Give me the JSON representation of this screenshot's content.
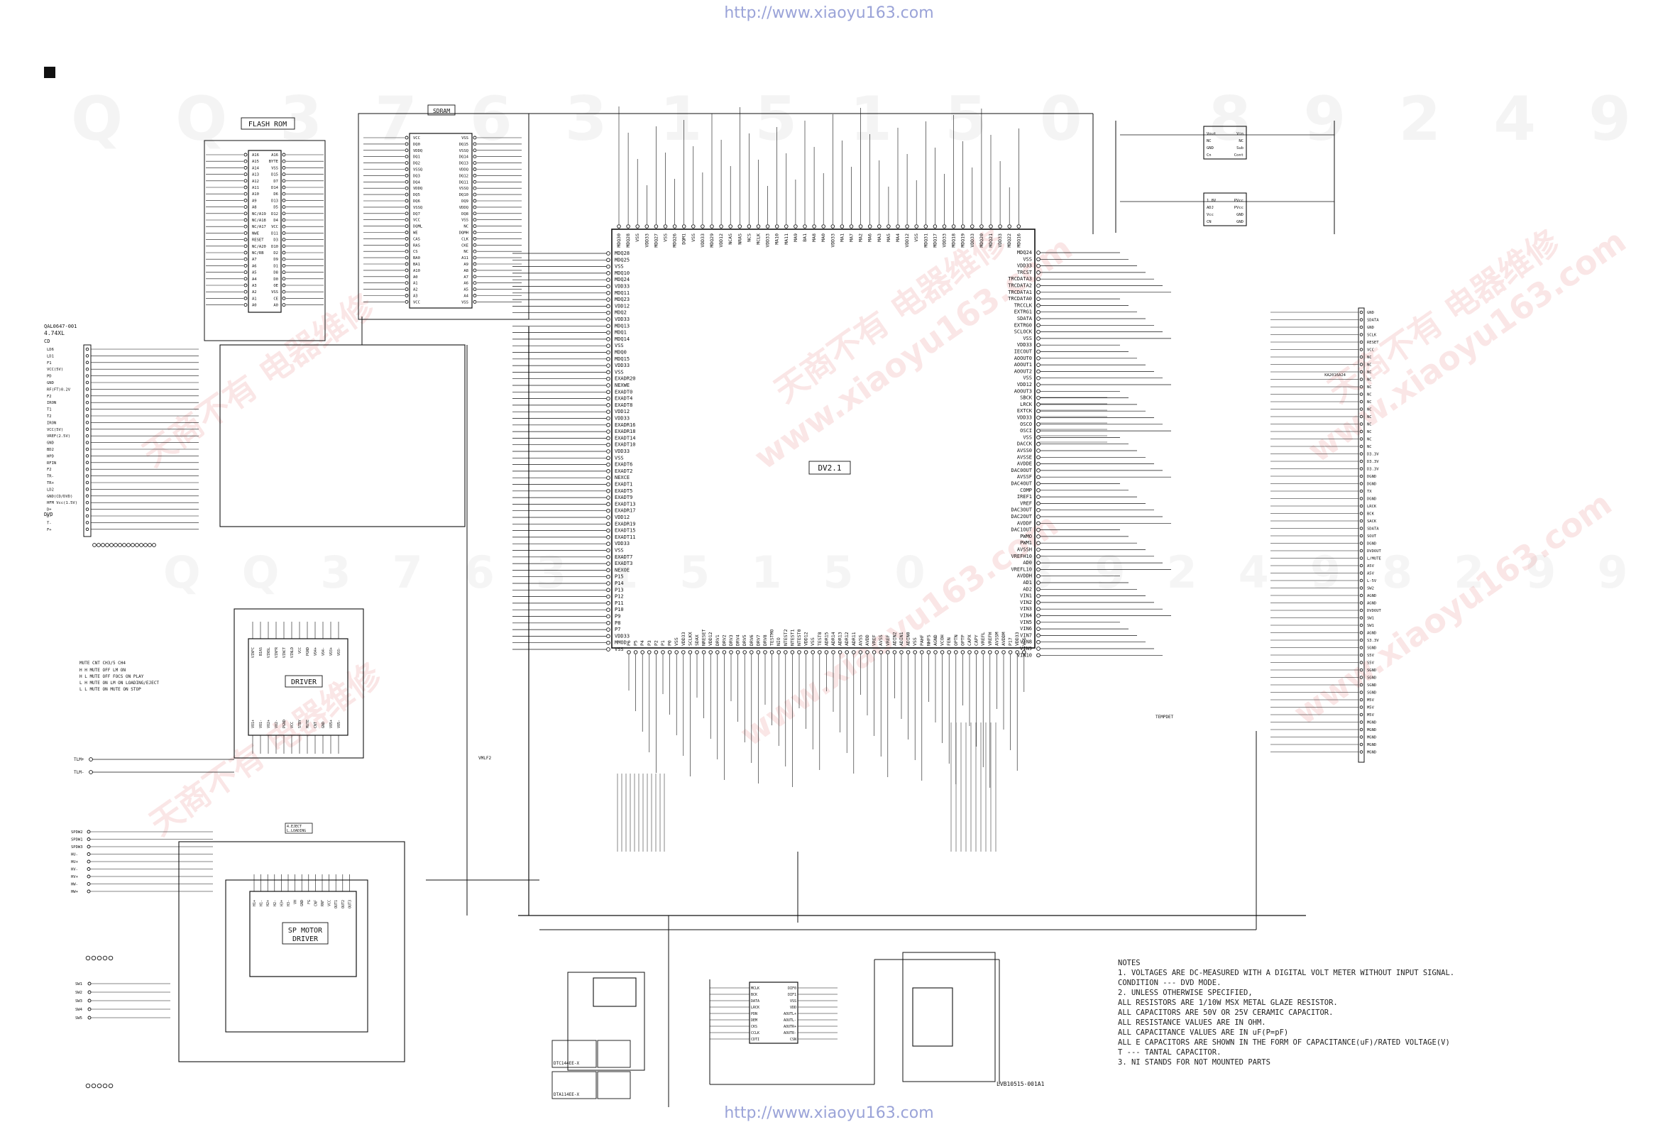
{
  "header": {
    "url": "http://www.xiaoyu163.com"
  },
  "footer": {
    "url": "http://www.xiaoyu163.com"
  },
  "watermarks": {
    "digits": "QQ376315150 892498299",
    "site": "www.xiaoyu163.com",
    "brand": "天商不有 电器维修"
  },
  "blocks": {
    "flash_rom": "FLASH ROM",
    "sdram": "SDRAM",
    "main_ic": "DV2.1",
    "driver": "DRIVER",
    "sp_motor_driver": "SP MOTOR\nDRIVER"
  },
  "connector": {
    "part": "QAL0647-001",
    "size": "4.74XL",
    "group_cd": "CD",
    "group_dvd": "DVD",
    "pins": [
      "LD6",
      "LD1",
      "F1",
      "VCC(5V)",
      "PD",
      "GND",
      "RF(FT)0.2V",
      "F2",
      "IRON",
      "T1",
      "T2",
      "IRON",
      "VCC(5V)",
      "VREF(2.5V)",
      "GND",
      "BD2",
      "HPD",
      "RFIN",
      "F2",
      "TR-",
      "TR+",
      "LD2",
      "GND(CD/DVD)",
      "HFM Vcc(1.5V)",
      "D+",
      "D-",
      "T-",
      "F+"
    ]
  },
  "mute_table": {
    "header": "MUTE  CNT    CH3/5    CH4",
    "rows": [
      "H     H    MUTE OFF  LM ON",
      "H     L    MUTE OFF  FOCS ON  PLAY",
      "L     H    MUTE ON   LM ON    LOADING/EJECT",
      "L     L    MUTE ON   MUTE ON  STOP"
    ]
  },
  "motor_labels": {
    "tlm_plus": "TLM+",
    "tlm_minus": "TLM-",
    "eject": "4.EJECT",
    "loading": "L.LOADING",
    "vmlf2": "VMLF2"
  },
  "spindle_pins": [
    "SPDW2",
    "SPDW1",
    "SPDW3",
    "HU-",
    "HU+",
    "HV-",
    "HV+",
    "HW-",
    "HW+"
  ],
  "switch_pins": [
    "SW1",
    "SW2",
    "SW3",
    "SW4",
    "SW5"
  ],
  "ic_left_pins": [
    "MDQ28",
    "MDQ25",
    "VSS",
    "MDQ10",
    "MDQ24",
    "VDD33",
    "MDQ11",
    "MDQ23",
    "VDD12",
    "MDQ2",
    "VDD33",
    "MDQ13",
    "MDQ1",
    "MDQ14",
    "VSS",
    "MDQ0",
    "MDQ15",
    "VDD33",
    "VSS",
    "EXADR20",
    "NEXWE",
    "EXADT0",
    "EXADT4",
    "EXADT8",
    "VDD12",
    "VDD33",
    "EXADR16",
    "EXADR18",
    "EXADT14",
    "EXADT10",
    "VDD33",
    "VSS",
    "EXADT6",
    "EXADT2",
    "NEXCE",
    "EXADT1",
    "EXADT5",
    "EXADT9",
    "EXADT13",
    "EXADR17",
    "VDD12",
    "EXADR19",
    "EXADT15",
    "EXADT11",
    "VDD33",
    "VSS",
    "EXADT7",
    "EXADT3",
    "NEXOE",
    "P15",
    "P14",
    "P13",
    "P12",
    "P11",
    "P10",
    "P9",
    "P8",
    "P7",
    "VDD33",
    "MMOD",
    "VSS"
  ],
  "ic_right_pins": [
    "MDQ24",
    "VSS",
    "VDD33",
    "TRCST",
    "TRCDATA3",
    "TRCDATA2",
    "TRCDATA1",
    "TRCDATA0",
    "TRCCLK",
    "EXTRG1",
    "SDATA",
    "EXTRG0",
    "SCLOCK",
    "VSS",
    "VDD33",
    "IECOUT",
    "AOOUT0",
    "AOOUT1",
    "AOOUT2",
    "VSS",
    "VDD12",
    "AOOUT3",
    "SBCK",
    "LRCK",
    "EXTCK",
    "VDD33",
    "OSCO",
    "OSCI",
    "VSS",
    "DACCK",
    "AVSS0",
    "AVSSE",
    "AVDDE",
    "DAC0OUT",
    "AVSSF",
    "DAC4OUT",
    "COMP",
    "IREF1",
    "VREF",
    "DAC3OUT",
    "DAC2OUT",
    "AVDDF",
    "DAC1OUT",
    "PWMO",
    "PWM1",
    "AVSSH",
    "VREFH10",
    "AD0",
    "VREFL10",
    "AVDDH",
    "AD1",
    "AD2",
    "VIN1",
    "VIN2",
    "VIN3",
    "VIN4",
    "VIN5",
    "VIN6",
    "VIN7",
    "VIN8",
    "VIN9",
    "VIN10"
  ],
  "ic_top_pins": [
    "MDQ30",
    "MDQ28",
    "VSS",
    "VDD33",
    "MDQ27",
    "VSS",
    "MDQ26",
    "DQM1",
    "VSS",
    "VDD33",
    "MDQ29",
    "VDD12",
    "NCAS",
    "NRAS",
    "NCS",
    "MCLK",
    "VDD33",
    "MA10",
    "MA11",
    "MA9",
    "BA1",
    "MA8",
    "MA0",
    "VDD33",
    "MA1",
    "MA7",
    "MA2",
    "MA6",
    "MA3",
    "MA5",
    "MA4",
    "VDD12",
    "VSS",
    "MDQ31",
    "MDQ17",
    "VDD33",
    "MDQ18",
    "MDQ19",
    "VDD33",
    "MDQ20",
    "MDQ21",
    "VDD33",
    "MDQ22",
    "MDQ16"
  ],
  "ic_bottom_pins": [
    "P6",
    "P5",
    "P4",
    "P3",
    "P2",
    "P1",
    "P0",
    "VSS",
    "VDD33",
    "SCLKX",
    "SDAX",
    "NRESET",
    "VDD12",
    "DRV1",
    "DRV2",
    "DRV3",
    "DRV4",
    "DRV5",
    "DRV6",
    "DRV7",
    "DRV8",
    "TESTMO",
    "NIO",
    "NTEST2",
    "NTEST1",
    "NTEST0",
    "VDD12",
    "VSS",
    "TEST8",
    "ADR15",
    "ADR14",
    "ADR13",
    "ADR12",
    "ADR11",
    "AVSS",
    "AVDD",
    "VREF",
    "AVSS",
    "VREF",
    "ADIN2",
    "ADIN1",
    "ADIN0",
    "VSS",
    "PAHF",
    "NHFS",
    "AGND",
    "VCOH",
    "FEN",
    "OPTN",
    "OPTP",
    "CAPX",
    "CAPY",
    "VREFL",
    "VREFH",
    "AVSSM",
    "AVDDM",
    "P17",
    "VDD33",
    "VSS"
  ],
  "flash_left": [
    "A16",
    "A15",
    "A14",
    "A13",
    "A12",
    "A11",
    "A10",
    "A9",
    "A8",
    "NC/A19",
    "NC/A18",
    "NC/A17",
    "NWE",
    "RESET",
    "NC/A20",
    "NC/RB",
    "A7",
    "A6",
    "A5",
    "A4",
    "A3",
    "A2",
    "A1",
    "A0"
  ],
  "flash_right": [
    "A16",
    "BYTE",
    "VSS",
    "D15",
    "D7",
    "D14",
    "D6",
    "D13",
    "D5",
    "D12",
    "D4",
    "VCC",
    "D11",
    "D3",
    "D10",
    "D2",
    "D9",
    "D1",
    "D8",
    "D0",
    "OE",
    "VSS",
    "CE",
    "A0"
  ],
  "sdram_left": [
    "VCC",
    "DQ0",
    "VDDQ",
    "DQ1",
    "DQ2",
    "VSSQ",
    "DQ3",
    "DQ4",
    "VDDQ",
    "DQ5",
    "DQ6",
    "VSSQ",
    "DQ7",
    "VCC",
    "DQML",
    "WE",
    "CAS",
    "RAS",
    "CS",
    "BA0",
    "BA1",
    "A10",
    "A0",
    "A1",
    "A2",
    "A3",
    "VCC"
  ],
  "sdram_right": [
    "VSS",
    "DQ15",
    "VSSQ",
    "DQ14",
    "DQ13",
    "VDDQ",
    "DQ12",
    "DQ11",
    "VSSQ",
    "DQ10",
    "DQ9",
    "VDDQ",
    "DQ8",
    "VSS",
    "NC",
    "DQMH",
    "CLK",
    "CKE",
    "NC",
    "A11",
    "A9",
    "A8",
    "A7",
    "A6",
    "A5",
    "A4",
    "VSS"
  ],
  "driver_pins_top": [
    "VINFC",
    "BIAS",
    "VINSL",
    "VINFR",
    "VINCT",
    "VINLD",
    "VCC",
    "PGND",
    "VO4+",
    "VO4-",
    "VO3+",
    "VO3-"
  ],
  "driver_pins_bottom": [
    "VO1+",
    "VO1-",
    "VO2+",
    "VO2-",
    "PGND",
    "VCC",
    "STBY",
    "MUTE",
    "CNT",
    "GND",
    "VO5+",
    "VO5-"
  ],
  "sp_pins": [
    "H1+",
    "H1-",
    "H2+",
    "H2-",
    "H3+",
    "H3-",
    "VH",
    "GND",
    "FG",
    "CNF",
    "RNF",
    "VCC",
    "OUT1",
    "OUT2",
    "OUT3"
  ],
  "regulator": {
    "pins_a": [
      "Vout",
      "NC",
      "GND",
      "Cn"
    ],
    "pins_b": [
      "Vin",
      "NC",
      "Sub",
      "Cont"
    ],
    "pins_c": [
      "1.8V",
      "ADJ",
      "Vcc",
      "CN"
    ],
    "pins_d": [
      "PVcc",
      "PVcc",
      "GND",
      "GND"
    ]
  },
  "right_connector": [
    "GND",
    "SDATA",
    "GND",
    "SCLK",
    "RESET",
    "VCC",
    "NC",
    "NC",
    "NC",
    "NC",
    "NC",
    "NC",
    "NC",
    "NC",
    "NC",
    "NC",
    "NC",
    "NC",
    "NC",
    "D3.3V",
    "D3.3V",
    "D3.3V",
    "DGND",
    "DGND",
    "TX",
    "DGND",
    "LRCK",
    "BCK",
    "SACK",
    "SDATA",
    "SOUT",
    "DGND",
    "DVDOUT",
    "L/MUTE",
    "A5V",
    "A5V",
    "L-5V",
    "SW2",
    "AGND",
    "AGND",
    "DVDOUT",
    "SW1",
    "SW1",
    "AGND",
    "S3.3V",
    "SGND",
    "S5V",
    "S5V",
    "SGND",
    "SGND",
    "SGND",
    "SGND",
    "M5V",
    "M5V",
    "M5V",
    "MGND",
    "MGND",
    "MGND",
    "MGND",
    "MGND"
  ],
  "dac_pins_left": [
    "MCLK",
    "BCK",
    "DATA",
    "LRCK",
    "PDN",
    "DEM",
    "CKS",
    "CCLK",
    "CDTI"
  ],
  "dac_pins_right": [
    "DIF0",
    "DIF1",
    "VSS",
    "VDD",
    "AOUTL+",
    "AOUTL-",
    "AOUTR+",
    "AOUTR-",
    "CSN"
  ],
  "transistors": {
    "a": "DTC144EE-X",
    "b": "DTA114EE-X",
    "part_right": "KA2016A24",
    "tempdet": "TEMPDET"
  },
  "notes": {
    "title": "NOTES",
    "items": [
      "1. VOLTAGES ARE DC-MEASURED WITH A DIGITAL VOLT METER WITHOUT INPUT SIGNAL.",
      "   CONDITION --- DVD MODE.",
      "2. UNLESS OTHERWISE SPECIFIED,",
      "   ALL RESISTORS ARE 1/10W MSX METAL GLAZE RESISTOR.",
      "   ALL CAPACITORS ARE 50V OR 25V CERAMIC CAPACITOR.",
      "   ALL RESISTANCE VALUES ARE IN OHM.",
      "   ALL CAPACITANCE VALUES ARE IN uF(P=pF)",
      "   ALL E CAPACITORS ARE SHOWN IN THE FORM OF CAPACITANCE(uF)/RATED VOLTAGE(V)",
      "   T --- TANTAL CAPACITOR.",
      "3. NI STANDS FOR NOT MOUNTED PARTS"
    ]
  },
  "drawing_number": "LVB10515-001A1"
}
